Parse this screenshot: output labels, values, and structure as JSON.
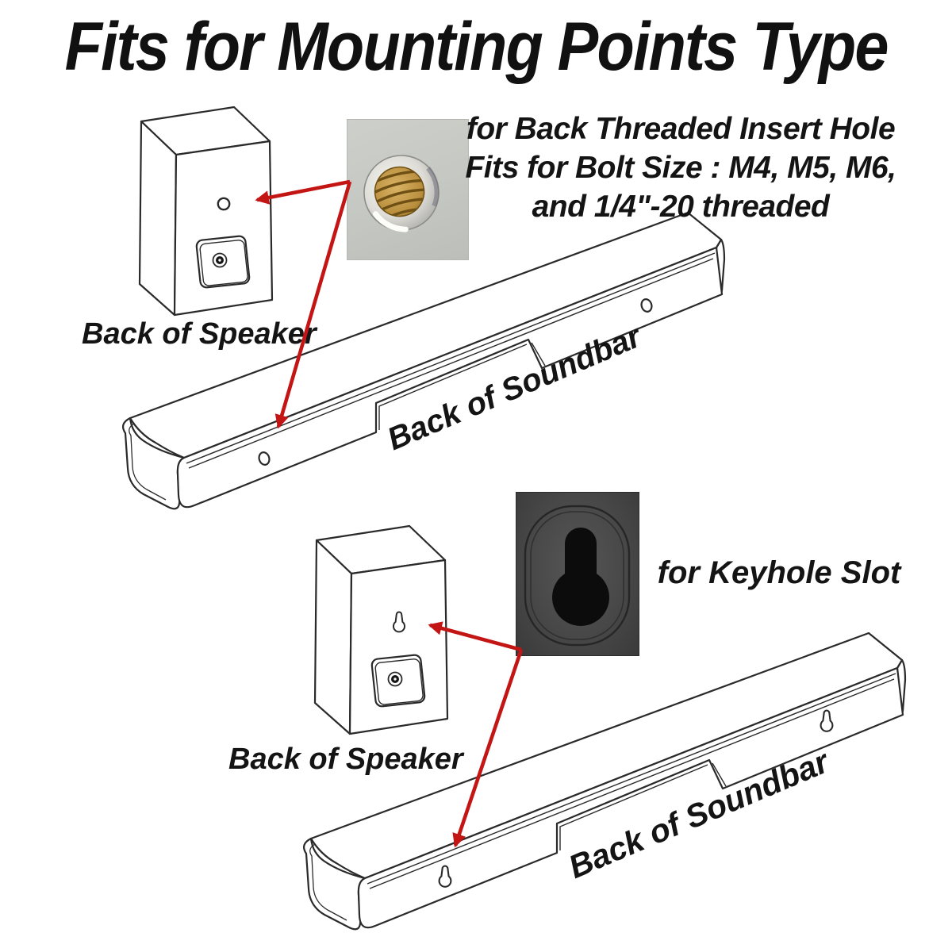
{
  "title": "Fits for Mounting Points Type",
  "top_section": {
    "description_lines": [
      "for Back Threaded Insert Hole",
      "Fits for Bolt Size : M4, M5, M6,",
      "and 1/4\"-20 threaded"
    ],
    "speaker_label": "Back of Speaker",
    "soundbar_label": "Back of Soundbar",
    "photo_name": "threaded-insert-photo"
  },
  "bottom_section": {
    "description": "for Keyhole Slot",
    "speaker_label": "Back of Speaker",
    "soundbar_label": "Back of Soundbar",
    "photo_name": "keyhole-slot-photo"
  },
  "colors": {
    "arrow_red": "#c41515",
    "line_art": "#2a2a2a",
    "insert_photo_bg": "#c6c8c3",
    "keyhole_photo_bg": "#474747",
    "brass": "#b98f3e",
    "background": "#ffffff"
  }
}
